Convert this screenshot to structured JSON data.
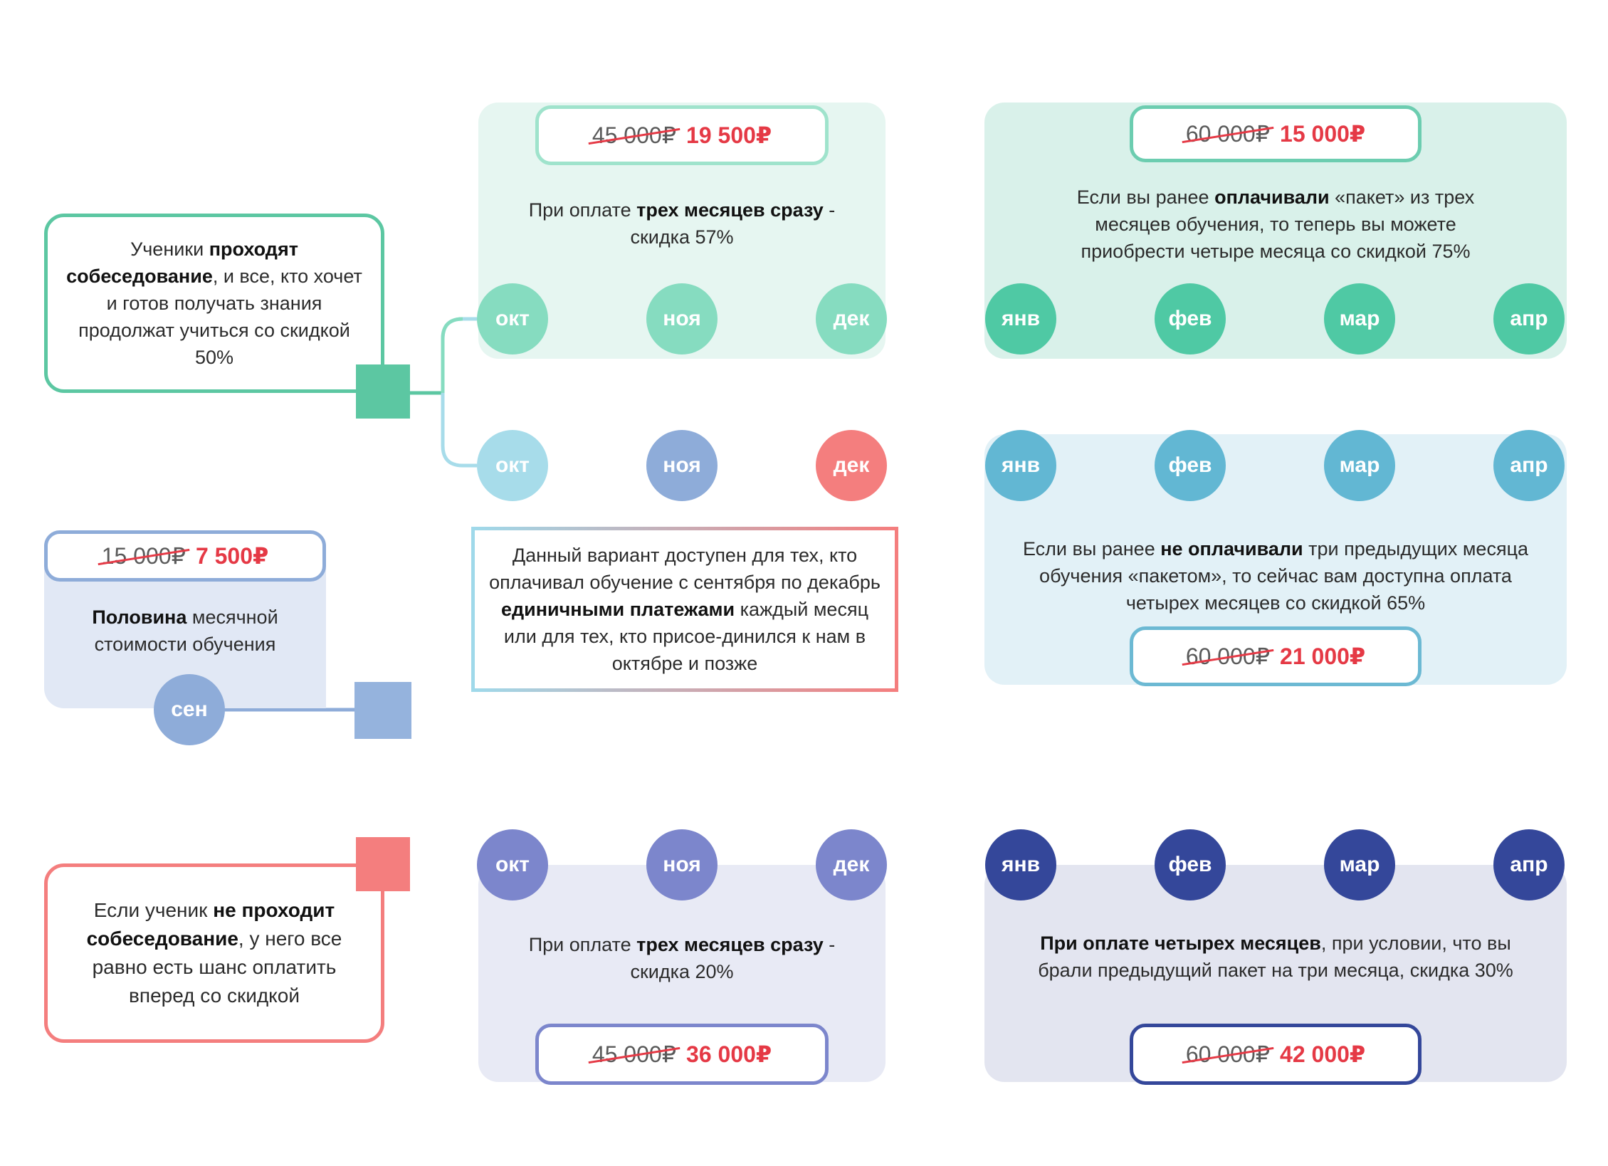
{
  "boxes": {
    "green": {
      "pre": "Ученики ",
      "bold": "проходят собеседование",
      "post": ", и все, кто хочет и готов получать знания продолжат учиться со скидкой 50%"
    },
    "blue": {
      "bold": "Половина",
      "post": " месячной стоимости обучения"
    },
    "red": {
      "pre": "Если ученик ",
      "bold": "не проходит собеседование",
      "post": ", у него все равно есть шанс оплатить вперед со скидкой"
    },
    "middle": {
      "pre": "Данный вариант доступен для тех, кто оплачивал обучение с сентября по декабрь ",
      "bold": "единичными платежами",
      "post": " каждый месяц или для тех, кто присое-динился к нам в октябре и позже"
    }
  },
  "panels": {
    "p1": {
      "pre": "При оплате ",
      "bold": "трех месяцев сразу",
      "post": " - скидка 57%",
      "old_price": "45 000₽",
      "new_price": "19 500₽"
    },
    "p2": {
      "pre": "Если вы ранее ",
      "bold": "оплачивали",
      "post": " «пакет» из трех месяцев  обучения, то теперь вы можете приобрести четыре месяца со скидкой 75%",
      "old_price": "60 000₽",
      "new_price": "15 000₽"
    },
    "p3": {
      "pre": "Если вы ранее ",
      "bold": "не оплачивали",
      "post": " три предыдущих месяца обучения «пакетом», то сейчас вам доступна оплата четырех месяцев со скидкой 65%",
      "old_price": "60 000₽",
      "new_price": "21 000₽"
    },
    "p4": {
      "pre": "При оплате ",
      "bold": "трех месяцев сразу",
      "post": " - скидка 20%",
      "old_price": "45 000₽",
      "new_price": "36 000₽"
    },
    "p5": {
      "pre": "",
      "bold": "При оплате четырех месяцев",
      "post": ", при условии, что вы брали предыдущий пакет на три месяца, скидка 30%",
      "old_price": "60 000₽",
      "new_price": "42 000₽"
    },
    "sep": {
      "old_price": "15 000₽",
      "new_price": "7 500₽"
    }
  },
  "months": {
    "oct": "окт",
    "nov": "ноя",
    "dec": "дек",
    "jan": "янв",
    "feb": "фев",
    "mar": "мар",
    "apr": "апр",
    "sep": "сен"
  },
  "colors": {
    "green": "#4fc9a4",
    "light_blue": "#9fd9ea",
    "periwinkle": "#8eacd9",
    "red": "#f47e7e",
    "teal": "#62b7d3",
    "indigo": "#6c7bc7",
    "navy": "#34479a"
  }
}
